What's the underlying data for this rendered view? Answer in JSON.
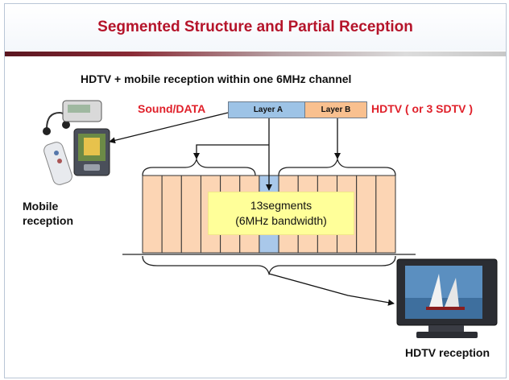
{
  "slide": {
    "title": "Segmented Structure and Partial Reception",
    "subtitle": "HDTV + mobile reception within one 6MHz channel"
  },
  "labels": {
    "sound_data": "Sound/DATA",
    "layer_a": "Layer A",
    "layer_b": "Layer B",
    "hdtv_layer": "HDTV ( or 3 SDTV )",
    "segments_line1": "13segments",
    "segments_line2": "(6MHz bandwidth)",
    "mobile_line1": "Mobile",
    "mobile_line2": "reception",
    "hdtv_reception": "HDTV reception"
  },
  "colors": {
    "title_red": "#b5142a",
    "label_red": "#e0202a",
    "segment_fill": "#fcd5b4",
    "layer_a_fill": "#9dc3e6",
    "layer_b_fill": "#f9c08f",
    "center_segment_fill": "#a9c8ea",
    "segment_label_fill": "#ffff99"
  },
  "diagram": {
    "segment_count": 13,
    "layer_a_segment_index": 6,
    "icons": [
      "mobile-devices-icon",
      "hdtv-set-icon"
    ]
  }
}
